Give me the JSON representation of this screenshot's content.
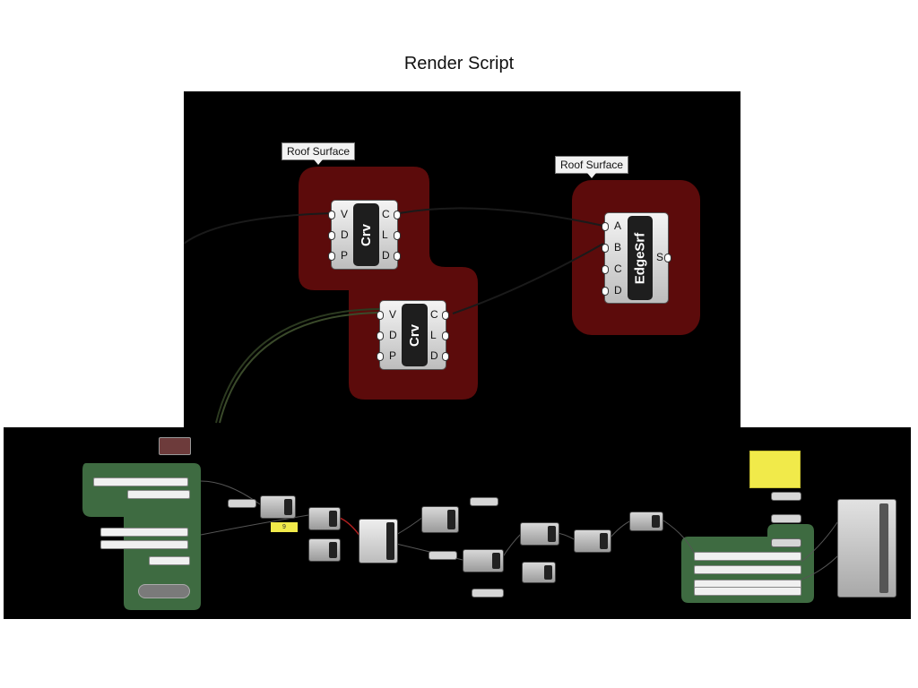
{
  "title": "Render Script",
  "groups": {
    "roof_left": {
      "label": "Roof Surface"
    },
    "roof_right": {
      "label": "Roof Surface"
    }
  },
  "crv_component": {
    "name": "Crv",
    "inputs": [
      "V",
      "D",
      "P"
    ],
    "outputs": [
      "C",
      "L",
      "D"
    ]
  },
  "edgesrf_component": {
    "name": "EdgeSrf",
    "inputs": [
      "A",
      "B",
      "C",
      "D"
    ],
    "outputs": [
      "S"
    ]
  },
  "bottom_panel": {
    "yellow_note": "9"
  },
  "colors": {
    "group_red": "#5c0b0b",
    "group_green": "#3e6b41",
    "canvas": "#000000",
    "panel_yellow": "#f1ea4a"
  }
}
